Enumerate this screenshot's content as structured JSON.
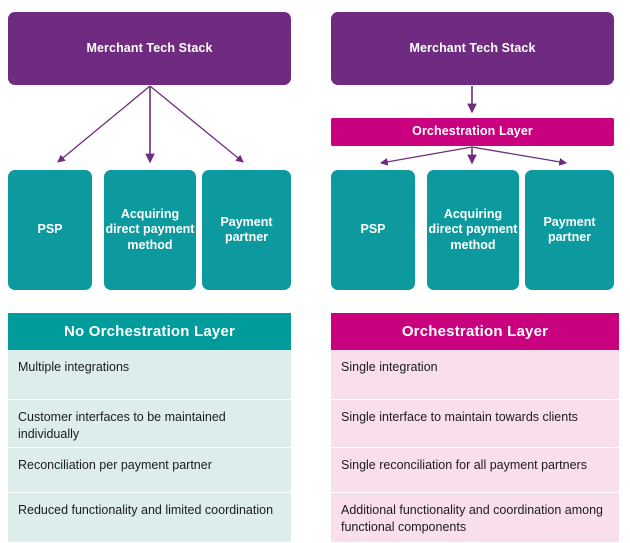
{
  "colors": {
    "purple": "#6F2B7F",
    "magenta": "#C9017F",
    "teal": "#0C9A9E",
    "teal_header": "#009B9B",
    "teal_row": "#DCEDEC",
    "pink_row": "#F9DEEC",
    "arrow": "#6F2B7F",
    "text_dark": "#1b1b1b",
    "text_light": "#ffffff"
  },
  "left": {
    "diagram": {
      "root": {
        "label": "Merchant Tech Stack"
      },
      "leaves": [
        {
          "label": "PSP"
        },
        {
          "label": "Acquiring direct payment method"
        },
        {
          "label": "Payment partner"
        }
      ]
    },
    "table": {
      "header": "No Orchestration Layer",
      "rows": [
        "Multiple integrations",
        "Customer interfaces to be maintained individually",
        "Reconciliation per payment partner",
        "Reduced functionality and limited coordination"
      ]
    }
  },
  "right": {
    "diagram": {
      "root": {
        "label": "Merchant Tech Stack"
      },
      "orchestration": {
        "label": "Orchestration Layer"
      },
      "leaves": [
        {
          "label": "PSP"
        },
        {
          "label": "Acquiring direct payment method"
        },
        {
          "label": "Payment partner"
        }
      ]
    },
    "table": {
      "header": "Orchestration Layer",
      "rows": [
        "Single integration",
        "Single interface to maintain towards clients",
        "Single reconciliation for all payment partners",
        "Additional functionality and coordination among functional components"
      ]
    }
  }
}
